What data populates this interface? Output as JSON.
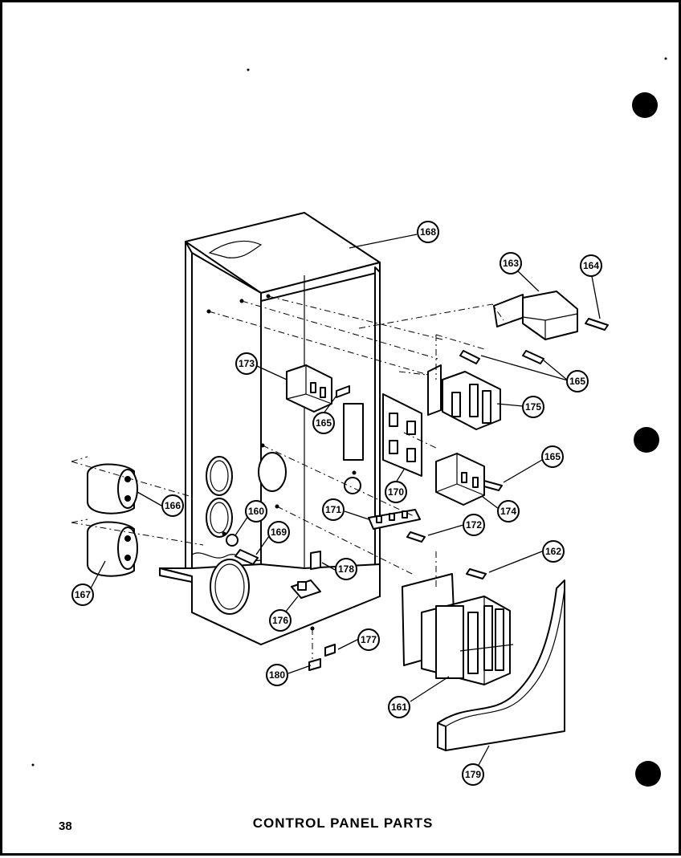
{
  "page": {
    "number": "38",
    "title": "CONTROL PANEL PARTS"
  },
  "callouts": [
    {
      "id": "c168",
      "label": "168"
    },
    {
      "id": "c163",
      "label": "163"
    },
    {
      "id": "c164",
      "label": "164"
    },
    {
      "id": "c165a",
      "label": "165"
    },
    {
      "id": "c173",
      "label": "173"
    },
    {
      "id": "c165b",
      "label": "165"
    },
    {
      "id": "c175",
      "label": "175"
    },
    {
      "id": "c165c",
      "label": "165"
    },
    {
      "id": "c170",
      "label": "170"
    },
    {
      "id": "c174",
      "label": "174"
    },
    {
      "id": "c171",
      "label": "171"
    },
    {
      "id": "c172",
      "label": "172"
    },
    {
      "id": "c166",
      "label": "166"
    },
    {
      "id": "c160",
      "label": "160"
    },
    {
      "id": "c169",
      "label": "169"
    },
    {
      "id": "c178",
      "label": "178"
    },
    {
      "id": "c162",
      "label": "162"
    },
    {
      "id": "c167",
      "label": "167"
    },
    {
      "id": "c176",
      "label": "176"
    },
    {
      "id": "c177",
      "label": "177"
    },
    {
      "id": "c180",
      "label": "180"
    },
    {
      "id": "c161",
      "label": "161"
    },
    {
      "id": "c179",
      "label": "179"
    }
  ]
}
